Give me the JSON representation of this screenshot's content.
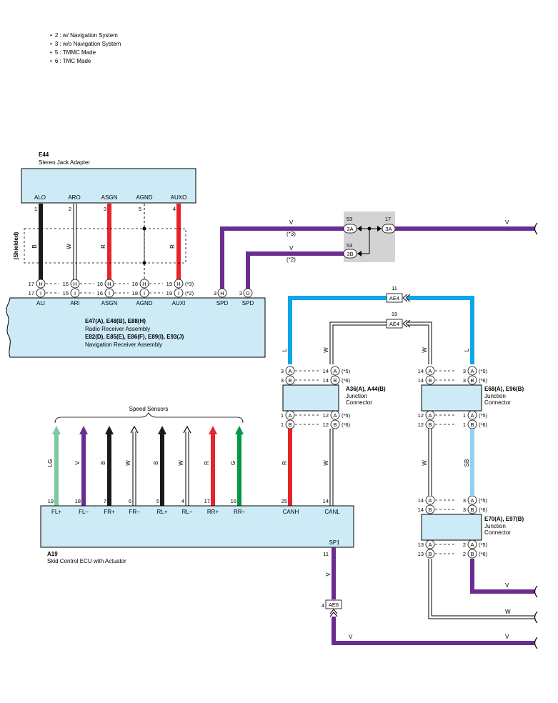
{
  "notes": [
    "2 : w/ Navigation System",
    "3 : w/o Navigation System",
    "5 : TMMC Made",
    "6 : TMC Made"
  ],
  "e44": {
    "code": "E44",
    "name": "Stereo Jack Adapter",
    "pins": [
      {
        "label": "ALO",
        "num": "1",
        "wire": "B"
      },
      {
        "label": "ARO",
        "num": "2",
        "wire": "W"
      },
      {
        "label": "ASGN",
        "num": "3",
        "wire": "R"
      },
      {
        "label": "AGND",
        "num": "5",
        "wire": ""
      },
      {
        "label": "AUXO",
        "num": "4",
        "wire": "R"
      }
    ],
    "shielded": "(Shielded)"
  },
  "radio": {
    "line1": "E47(A), E48(B), E88(H)",
    "line2": "Radio Receiver Assembly",
    "line3": "E82(D), E85(E), E86(F), E89(I), E93(J)",
    "line4": "Navigation Receiver Assembly",
    "pins": [
      {
        "label": "ALI",
        "h": "17",
        "i": "17"
      },
      {
        "label": "ARI",
        "h": "15",
        "i": "15"
      },
      {
        "label": "ASGN",
        "h": "16",
        "i": "16"
      },
      {
        "label": "AGND",
        "h": "18",
        "i": "18"
      },
      {
        "label": "AUXI",
        "h": "19",
        "i": "19"
      }
    ],
    "h_note": "(*3)",
    "i_note": "(*2)",
    "letter_h": "H",
    "letter_i": "I",
    "spd_label": "SPD",
    "spd_h_num": "3",
    "spd_d_num": "3",
    "letter_d": "D"
  },
  "splice": {
    "pin_53a": "53",
    "pin_17a": "17",
    "pin_53b": "53",
    "conn_3a": "3A",
    "conn_3b": "3B",
    "wire_v": "V",
    "note_3": "(*3)",
    "note_2": "(*2)"
  },
  "ae4": {
    "label": "AE4",
    "pin_top": "11",
    "pin_bottom": "19"
  },
  "jc_a36": {
    "line1": "A36(A), A44(B)",
    "line2": "Junction",
    "line3": "Connector",
    "top_left": [
      "3",
      "3"
    ],
    "top_right": [
      "14",
      "14"
    ],
    "bot_left": [
      "1",
      "1"
    ],
    "bot_right": [
      "12",
      "12"
    ],
    "wire_l": "L",
    "wire_w": "W",
    "wire_r": "R",
    "wire_w2": "W"
  },
  "jc_e68": {
    "line1": "E68(A), E96(B)",
    "line2": "Junction",
    "line3": "Connector",
    "top_left": [
      "14",
      "14"
    ],
    "top_right": [
      "3",
      "3"
    ],
    "bot_left": [
      "12",
      "12"
    ],
    "bot_right": [
      "1",
      "1"
    ],
    "wire_w": "W",
    "wire_l": "L",
    "wire_w2": "W",
    "wire_sb": "SB"
  },
  "jc_e70": {
    "line1": "E70(A), E97(B)",
    "line2": "Junction",
    "line3": "Connector",
    "top_left": [
      "14",
      "14"
    ],
    "top_right": [
      "3",
      "3"
    ],
    "bot_left": [
      "13",
      "13"
    ],
    "bot_right": [
      "2",
      "2"
    ]
  },
  "letters": {
    "a": "A",
    "b": "B"
  },
  "star5": "(*5)",
  "star6": "(*6)",
  "speed_sensors": "Speed Sensors",
  "a19": {
    "code": "A19",
    "name": "Skid Control ECU with Actuator",
    "pins": [
      {
        "label": "FL+",
        "num": "19",
        "wire": "LG"
      },
      {
        "label": "FL–",
        "num": "18",
        "wire": "V"
      },
      {
        "label": "FR+",
        "num": "7",
        "wire": "B"
      },
      {
        "label": "FR–",
        "num": "6",
        "wire": "W"
      },
      {
        "label": "RL+",
        "num": "5",
        "wire": "B"
      },
      {
        "label": "RL–",
        "num": "4",
        "wire": "W"
      },
      {
        "label": "RR+",
        "num": "17",
        "wire": "R"
      },
      {
        "label": "RR–",
        "num": "16",
        "wire": "G"
      },
      {
        "label": "CANH",
        "num": "25",
        "wire": "R"
      },
      {
        "label": "CANL",
        "num": "14",
        "wire": "W"
      }
    ],
    "sp1": "SP1",
    "sp1_num": "11",
    "sp1_wire": "V"
  },
  "ae6": {
    "label": "AE6",
    "pin": "4"
  },
  "right_wires": {
    "top_v": "V",
    "e70_v": "V",
    "e70_w": "W",
    "bottom_v_left": "V",
    "bottom_v_right": "V"
  },
  "colors": {
    "purple": "#6b2c91",
    "red": "#e8242b",
    "blue": "#0ea5e9",
    "sky": "#8fd3f0",
    "lightgreen": "#7ccaa0",
    "green": "#009944",
    "black": "#1a1a1a",
    "box": "#cdeaf7",
    "splice_bg": "#d3d3d3"
  }
}
